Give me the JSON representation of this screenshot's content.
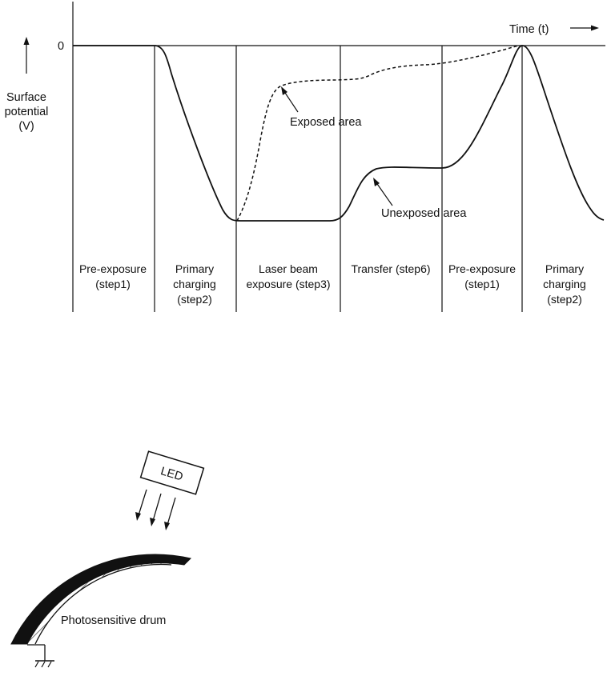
{
  "chart": {
    "zero_label": "0",
    "y_axis_label": [
      "Surface",
      "potential",
      "(V)"
    ],
    "time_label": "Time (t)",
    "annotations": {
      "exposed": "Exposed area",
      "unexposed": "Unexposed area"
    },
    "stages": [
      {
        "line1": "Pre-exposure",
        "line2": "(step1)",
        "line3": ""
      },
      {
        "line1": "Primary",
        "line2": "charging",
        "line3": "(step2)"
      },
      {
        "line1": "Laser beam",
        "line2": "exposure (step3)",
        "line3": ""
      },
      {
        "line1": "Transfer (step6)",
        "line2": "",
        "line3": ""
      },
      {
        "line1": "Pre-exposure",
        "line2": "(step1)",
        "line3": ""
      },
      {
        "line1": "Primary",
        "line2": "charging",
        "line3": "(step2)"
      }
    ]
  },
  "drum": {
    "led_label": "LED",
    "drum_label": "Photosensitive drum"
  },
  "colors": {
    "ink": "#111111",
    "background": "#ffffff"
  }
}
